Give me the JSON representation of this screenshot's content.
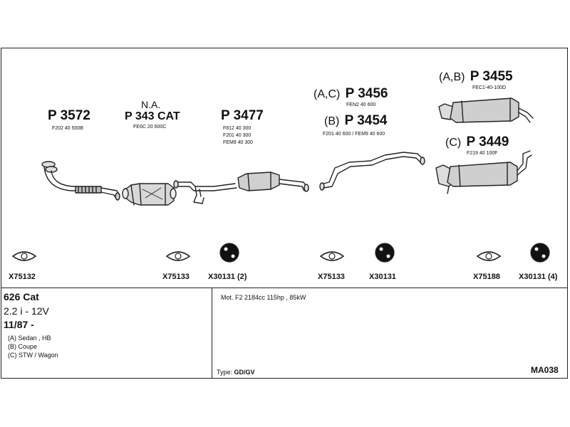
{
  "parts": {
    "p3572": {
      "number": "P 3572",
      "code": "F202 40 500B"
    },
    "p343": {
      "note": "N.A.",
      "number": "P 343 CAT",
      "code": "FE6C 20 600C"
    },
    "p3477": {
      "number": "P 3477",
      "codes": [
        "F812 40 300",
        "F201 40 300",
        "FEM9 40 300"
      ]
    },
    "p3456": {
      "prefix": "(A,C)",
      "number": "P 3456",
      "code": "FEN2 40 600"
    },
    "p3454": {
      "prefix": "(B)",
      "number": "P 3454",
      "code": "F201 40 600 / FEM9 40 600"
    },
    "p3455": {
      "prefix": "(A,B)",
      "number": "P 3455",
      "code": "FEC1-40-100D"
    },
    "p3449": {
      "prefix": "(C)",
      "number": "P 3449",
      "code": "F219 40 100F"
    }
  },
  "fittings": [
    {
      "label": "X75132",
      "icon": "gasket-icon"
    },
    {
      "label": "X75133",
      "icon": "gasket-icon"
    },
    {
      "label": "X30131 (2)",
      "icon": "rubber-hanger-icon"
    },
    {
      "label": "X75133",
      "icon": "gasket-icon"
    },
    {
      "label": "X30131",
      "icon": "rubber-hanger-icon"
    },
    {
      "label": "X75188",
      "icon": "gasket-icon"
    },
    {
      "label": "X30131 (4)",
      "icon": "rubber-hanger-icon"
    }
  ],
  "info": {
    "model": "626 Cat",
    "engine": "2.2 i - 12V",
    "year": "11/87 -",
    "bodies": [
      "(A) Sedan , HB",
      "(B) Coupe",
      "(C) STW / Wagon"
    ],
    "motor": "Mot. F2 2184cc 115hp , 85kW",
    "type_label": "Type:",
    "type_value": "GD/GV",
    "ref": "MA038"
  }
}
